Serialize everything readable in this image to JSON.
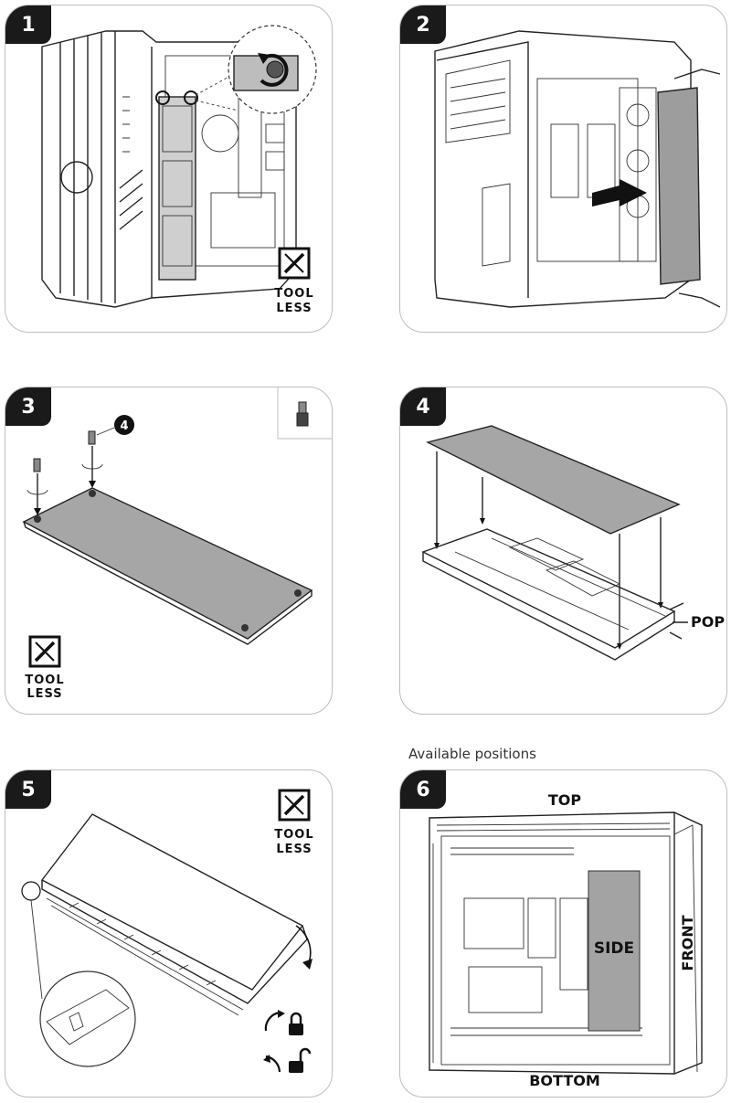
{
  "steps": [
    {
      "number": "1"
    },
    {
      "number": "2"
    },
    {
      "number": "3",
      "screw_callout": "4"
    },
    {
      "number": "4",
      "pop_label": "POP"
    },
    {
      "number": "5"
    },
    {
      "number": "6"
    }
  ],
  "toolless": {
    "line1": "TOOL",
    "line2": "LESS"
  },
  "caption": "Available positions",
  "positions": {
    "top": "TOP",
    "side": "SIDE",
    "front": "FRONT",
    "bottom": "BOTTOM"
  }
}
